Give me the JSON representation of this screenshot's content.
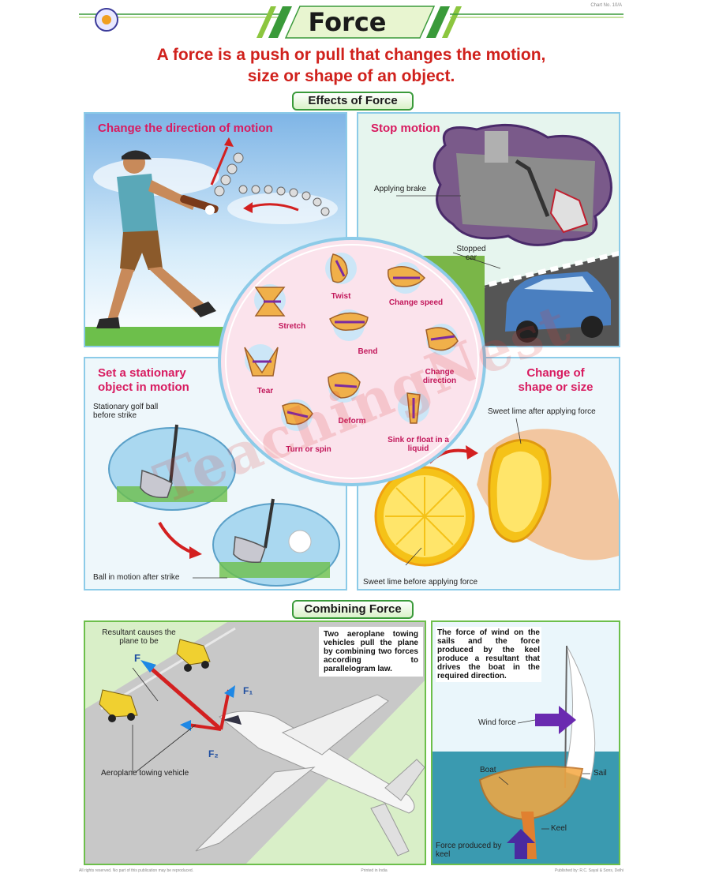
{
  "header": {
    "title": "Force",
    "top_note": "Chart No. 10/A",
    "definition_line1": "A force is a push or pull that changes the motion,",
    "definition_line2": "size or shape of  an object."
  },
  "sections": {
    "effects_label": "Effects of Force",
    "combining_label": "Combining Force"
  },
  "effects": {
    "direction_title": "Change the direction of motion",
    "stop_title": "Stop motion",
    "applying_brake": "Applying brake",
    "stopped_car": "Stopped car",
    "stationary_title_1": "Set a stationary",
    "stationary_title_2": "object in motion",
    "golf_before": "Stationary golf ball before strike",
    "golf_after": "Ball in motion after strike",
    "shape_title_1": "Change of",
    "shape_title_2": "shape or size",
    "lime_after": "Sweet lime after applying force",
    "lime_before": "Sweet lime before applying force"
  },
  "circle_items": {
    "twist": "Twist",
    "change_speed": "Change speed",
    "stretch": "Stretch",
    "bend": "Bend",
    "change_direction": "Change direction",
    "tear": "Tear",
    "deform": "Deform",
    "turn_spin": "Turn or spin",
    "sink_float": "Sink or float in a liquid"
  },
  "combining": {
    "resultant": "Resultant causes the plane to be",
    "f": "F",
    "f1": "F₁",
    "f2": "F₂",
    "towing_vehicle": "Aeroplane towing vehicle",
    "plane_text": "Two aeroplane towing vehicles pull the plane by combining two forces according to parallelogram law.",
    "boat_text": "The force of wind on the sails and the force produced by the keel produce a resultant that drives the boat in the required direction.",
    "wind_force": "Wind force",
    "boat": "Boat",
    "sail": "Sail",
    "keel": "Keel",
    "keel_force": "Force produced by keel"
  },
  "watermark": "TeachingNest",
  "footer": {
    "left": "All rights reserved. No part of this publication may be reproduced.",
    "mid": "Printed in India",
    "right": "Published by: R.C. Sayal & Sons, Delhi"
  },
  "colors": {
    "definition": "#d0211c",
    "panel_title": "#d81b60",
    "section_border": "#3a9a3a",
    "panel_border": "#8ccbe8",
    "force_arrow": "#d32020",
    "force_head": "#1e88e5"
  }
}
